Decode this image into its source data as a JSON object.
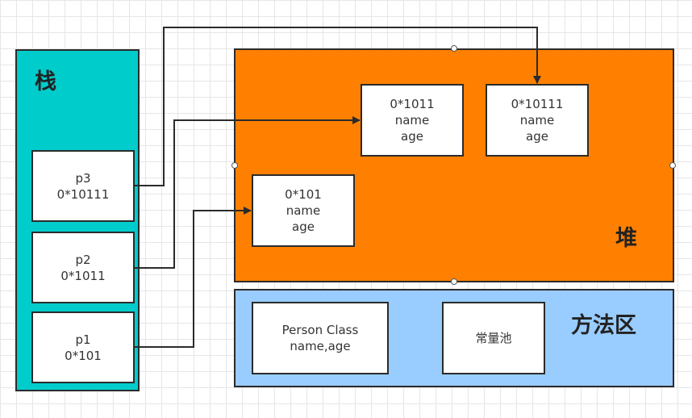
{
  "stack": {
    "title": "栈",
    "color": "#00cccc",
    "vars": [
      {
        "name": "p3",
        "addr": "0*10111"
      },
      {
        "name": "p2",
        "addr": "0*1011"
      },
      {
        "name": "p1",
        "addr": "0*101"
      }
    ]
  },
  "heap": {
    "title": "堆",
    "color": "#ff8000",
    "objects": [
      {
        "addr": "0*1011",
        "field1": "name",
        "field2": "age"
      },
      {
        "addr": "0*10111",
        "field1": "name",
        "field2": "age"
      },
      {
        "addr": "0*101",
        "field1": "name",
        "field2": "age"
      }
    ]
  },
  "method_area": {
    "title": "方法区",
    "color": "#99ccff",
    "class_box": {
      "line1": "Person Class",
      "line2": "name,age"
    },
    "const_pool": "常量池"
  }
}
